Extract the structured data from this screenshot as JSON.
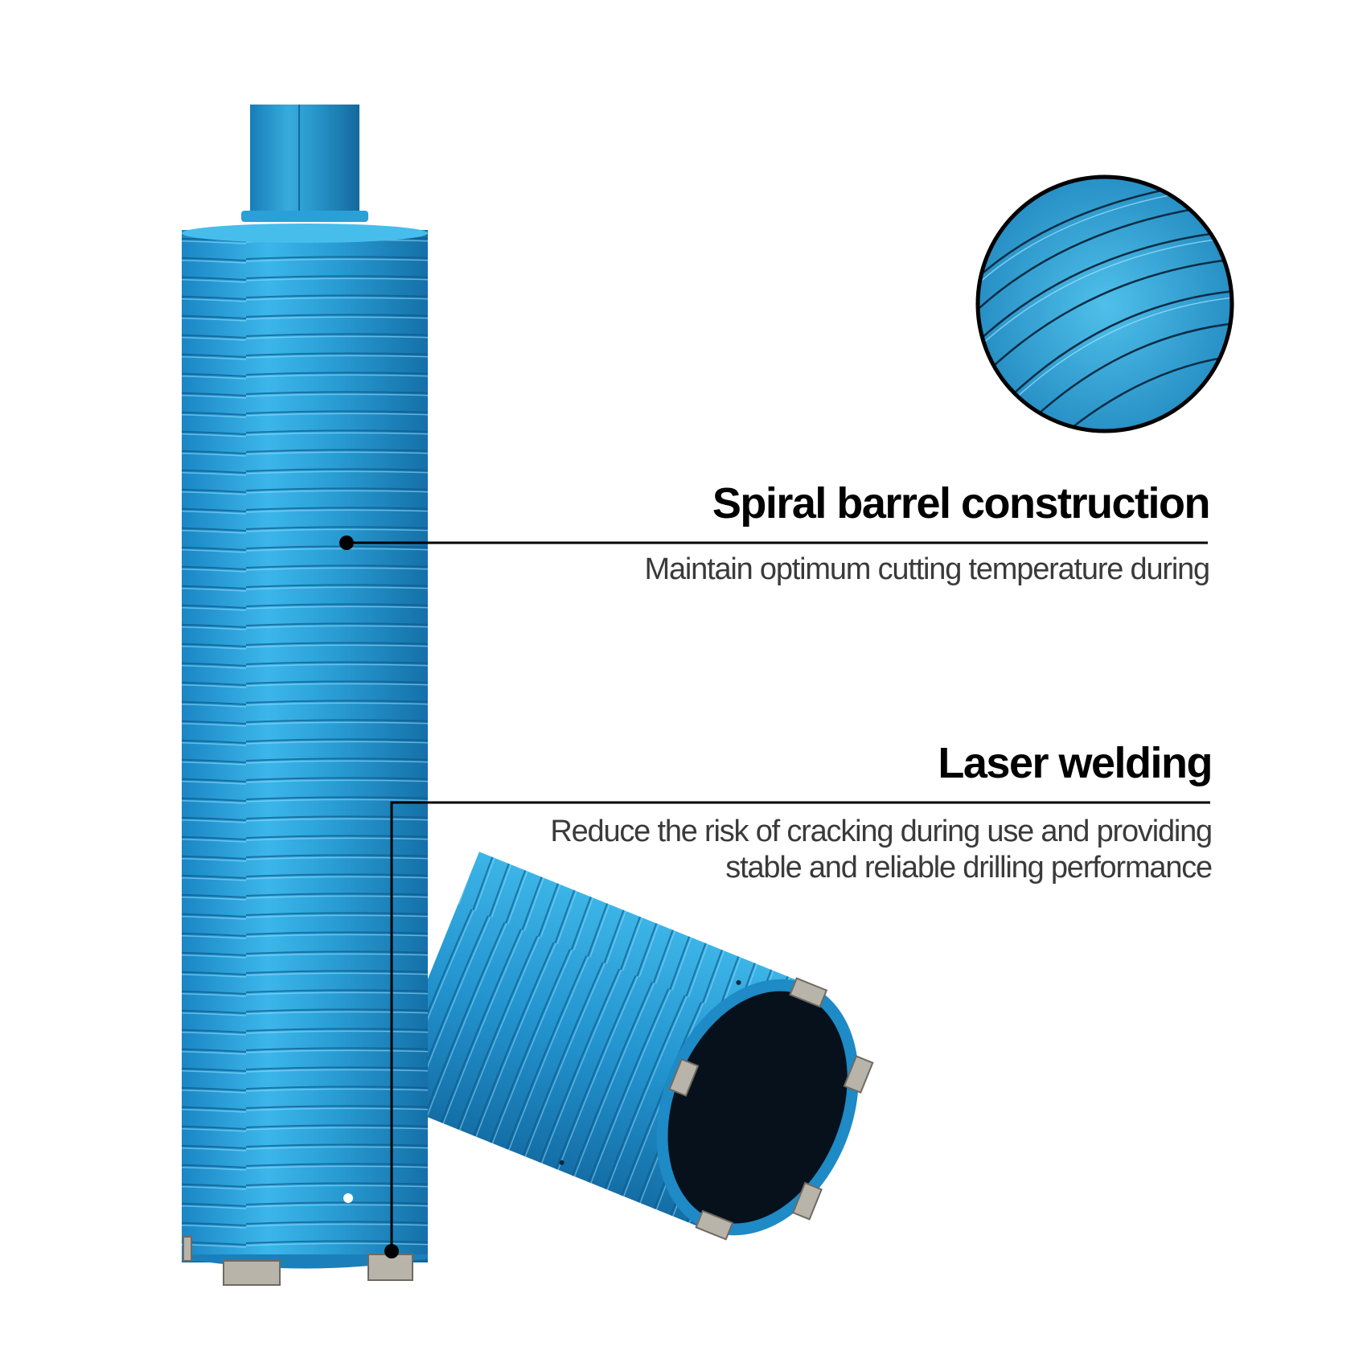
{
  "features": [
    {
      "title": "Spiral barrel construction",
      "description": [
        "Maintain optimum cutting temperature during"
      ]
    },
    {
      "title": "Laser welding",
      "description": [
        "Reduce the risk of cracking during use and providing",
        "stable and reliable drilling performance"
      ]
    }
  ],
  "colors": {
    "barrel": "#2aa3d8",
    "barrel_dark": "#1275b0",
    "segment": "#b9b4aa",
    "callout_line": "#000000"
  }
}
